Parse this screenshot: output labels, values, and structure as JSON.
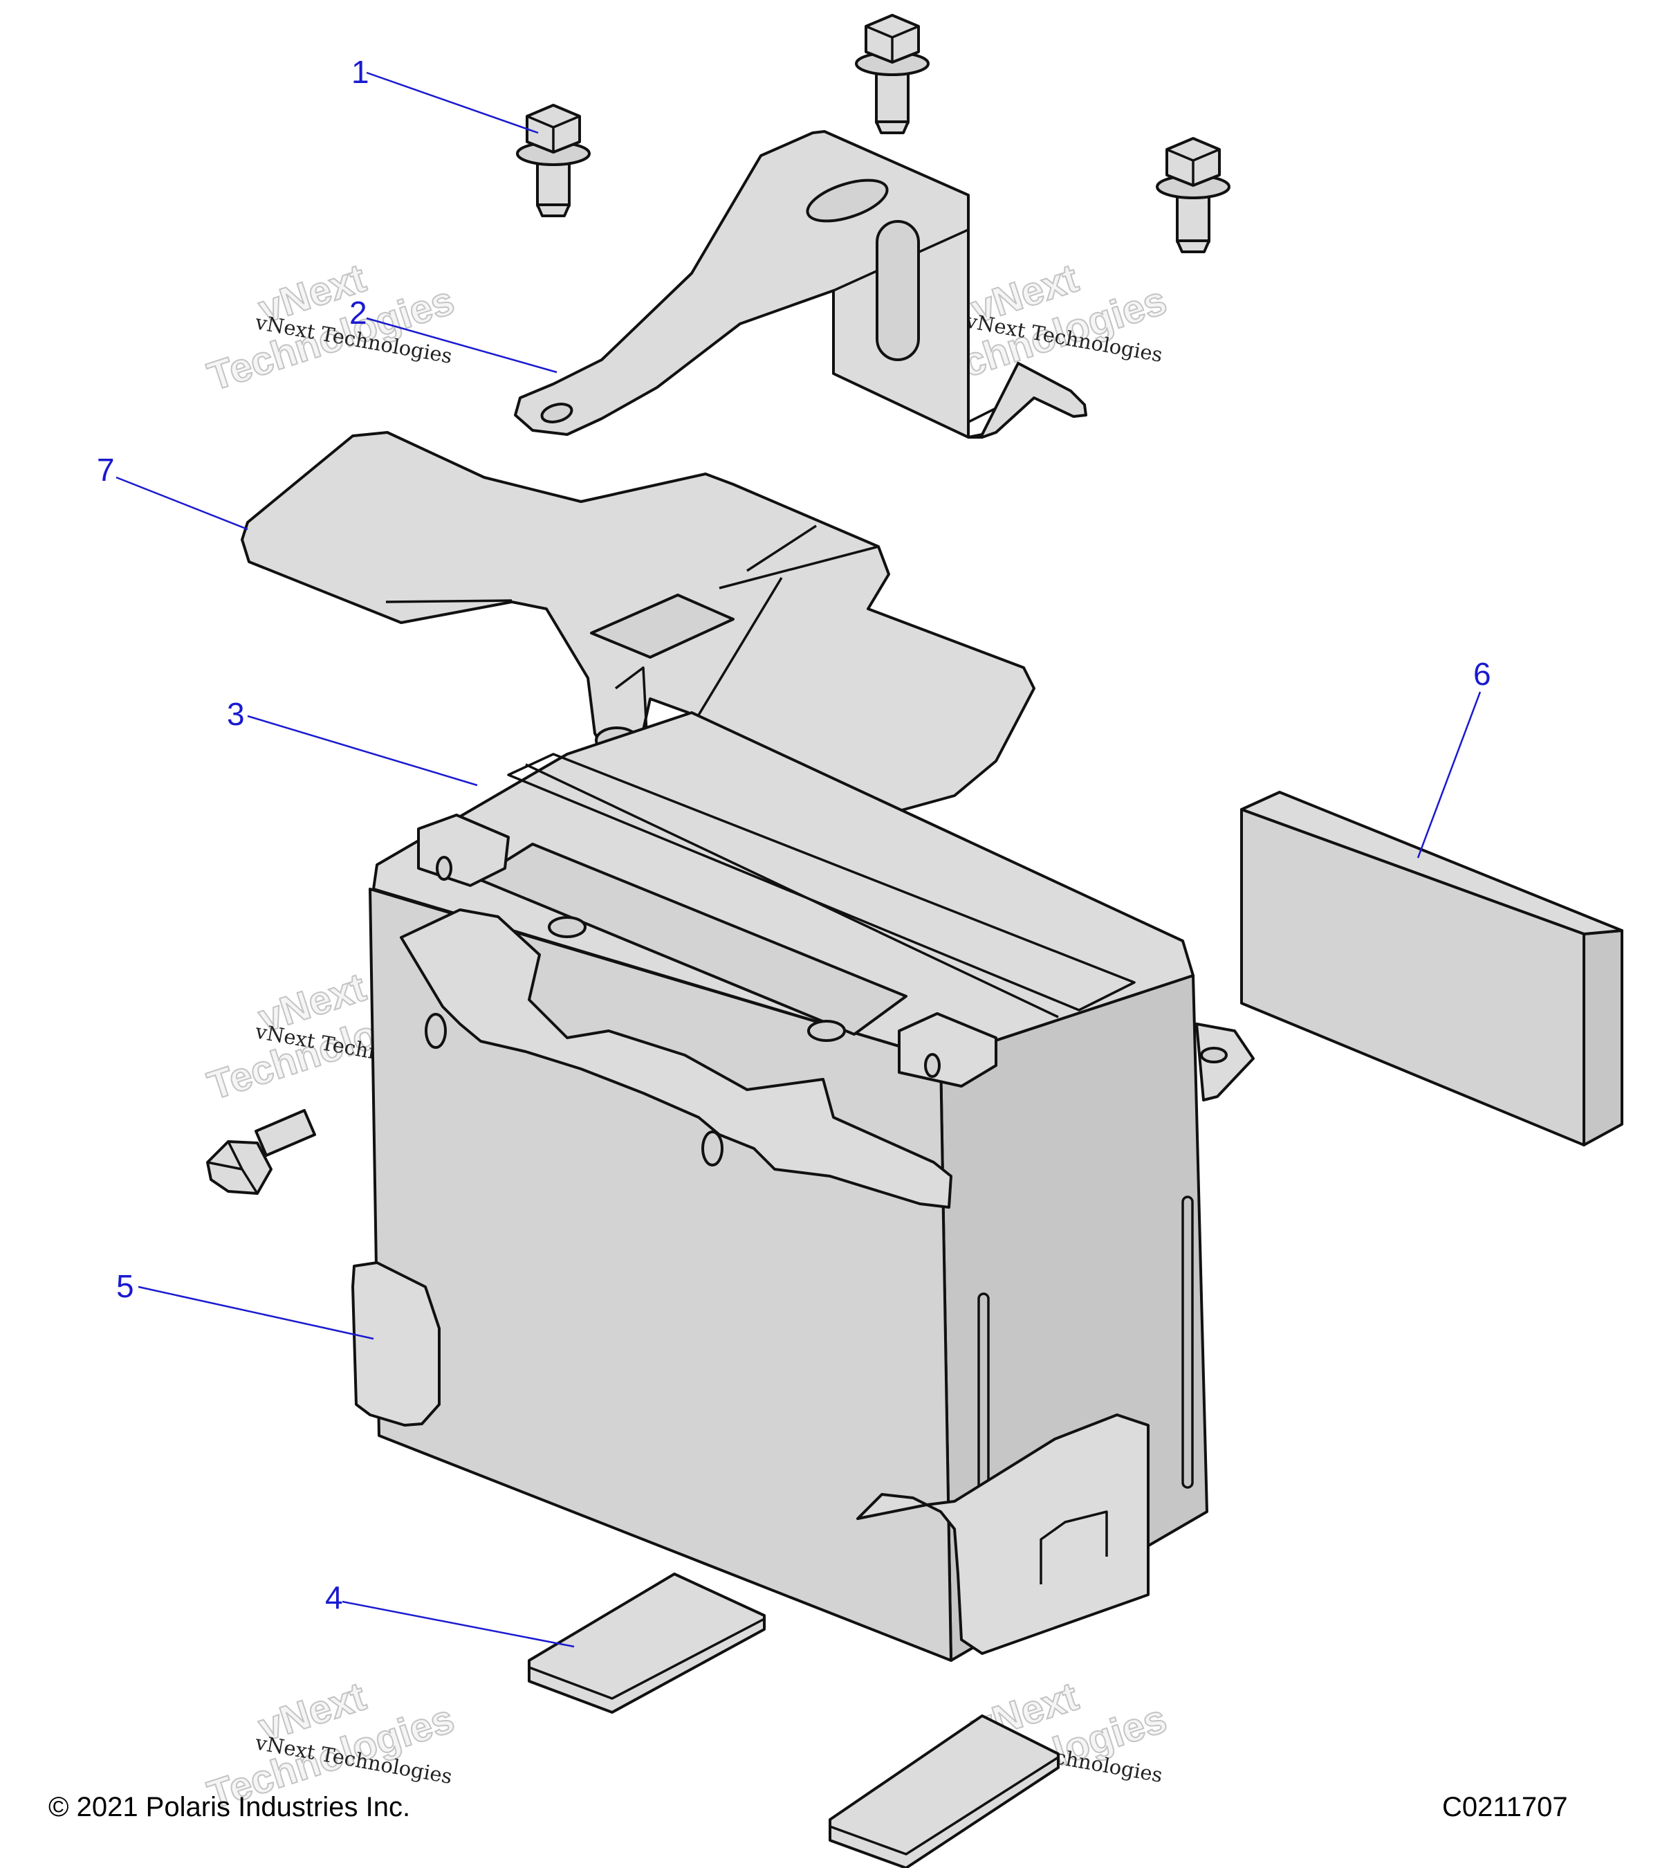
{
  "callouts": [
    {
      "number": "1"
    },
    {
      "number": "2"
    },
    {
      "number": "3"
    },
    {
      "number": "4"
    },
    {
      "number": "5"
    },
    {
      "number": "6"
    },
    {
      "number": "7"
    }
  ],
  "watermark": {
    "brand": "vNext",
    "company": "Technologies",
    "caption": "vNext Technologies"
  },
  "footer": {
    "copyright": "© 2021 Polaris Industries Inc.",
    "diagram_code": "C0211707"
  }
}
